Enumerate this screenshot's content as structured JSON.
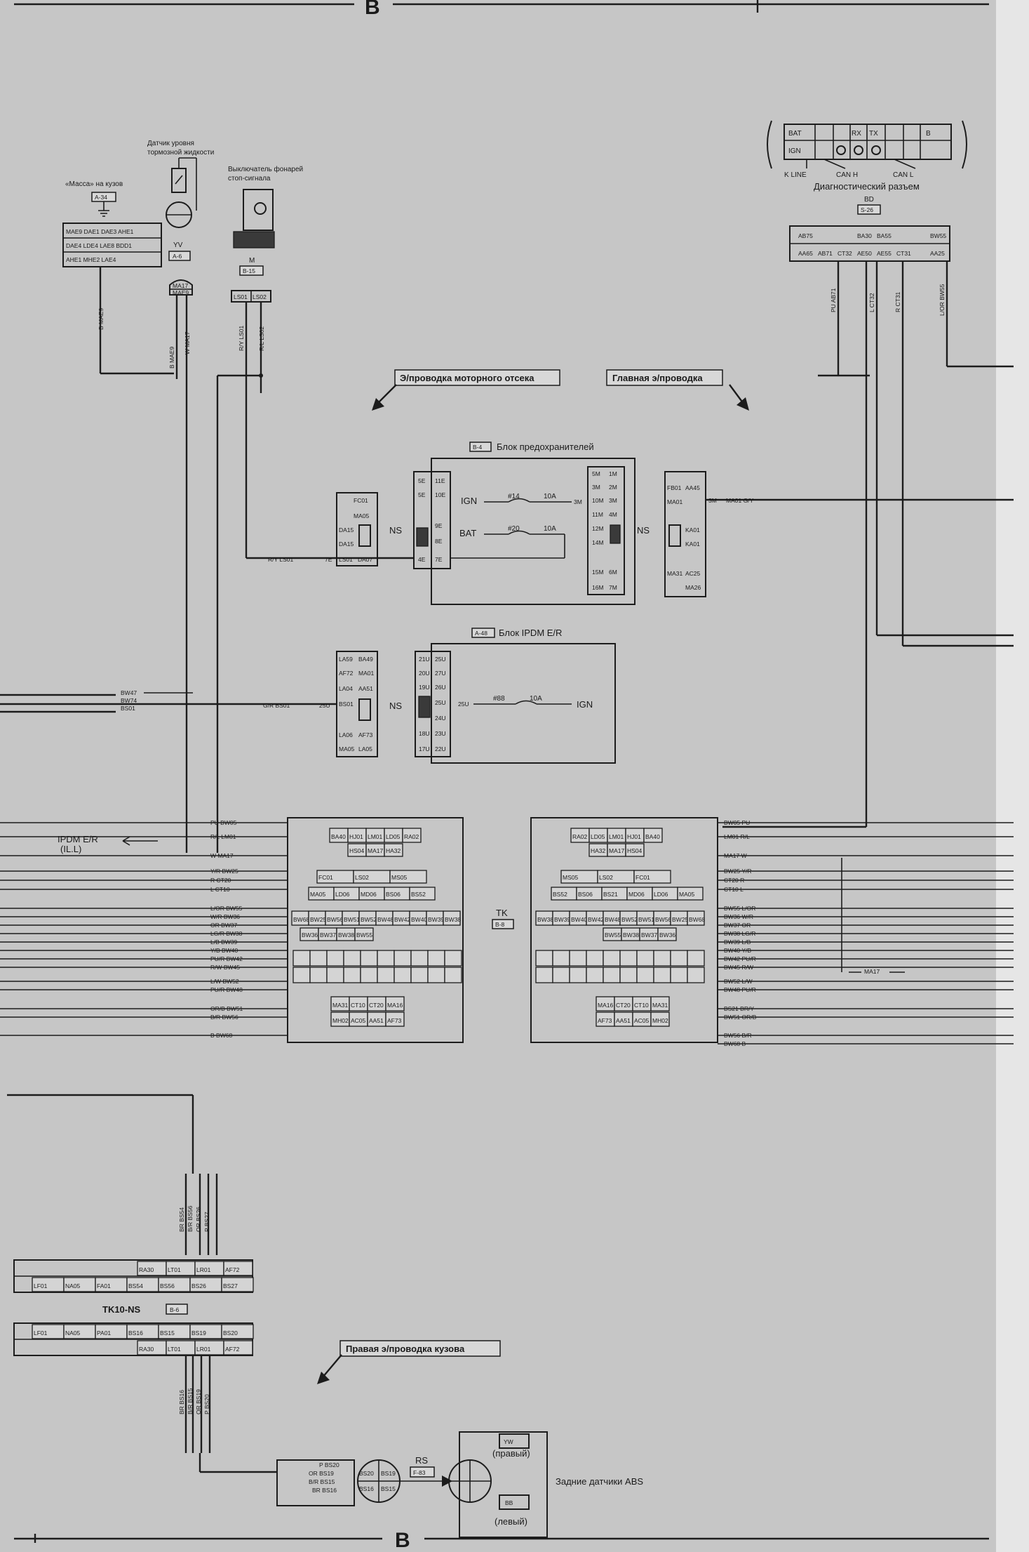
{
  "sheet": {
    "frame_label": "B"
  },
  "left_top": {
    "ground_caption": "«Масса» на кузов",
    "ground_ref": "A-34",
    "ground_pins": [
      "MAE9 DAE1 DAE3 AHE1",
      "DAE4 LDE4 LAE8 BDD1",
      "AHE1 MHE2 LAE4"
    ],
    "ground_wire": "B MAE9",
    "brake_fluid_caption_1": "Датчик уровня",
    "brake_fluid_caption_2": "тормозной жидкости",
    "brake_fluid_code": "YV",
    "brake_fluid_ref": "A-6",
    "brake_fluid_pins": [
      "MA17",
      "MAE9"
    ],
    "brake_fluid_wires": [
      "B MAE9",
      "W MA17"
    ],
    "stop_switch_caption_1": "Выключатель фонарей",
    "stop_switch_caption_2": "стоп-сигнала",
    "stop_switch_code": "M",
    "stop_switch_ref": "B-15",
    "stop_switch_pins": [
      "LS01",
      "LS02"
    ],
    "stop_switch_wires": [
      "R/Y LS01",
      "R/L LS02"
    ]
  },
  "right_top": {
    "diag_pins_top": [
      "BAT",
      "RX",
      "TX",
      "B"
    ],
    "diag_pins_bottom": [
      "IGN"
    ],
    "diag_labels": [
      "K LINE",
      "CAN H",
      "CAN L"
    ],
    "diag_caption": "Диагностический разъем",
    "bd_code": "BD",
    "bd_ref": "S-26",
    "bd_pins_top": [
      "AB75",
      "BA30",
      "BA55",
      "BW55"
    ],
    "bd_pins_bottom": [
      "AA65",
      "AB71",
      "CT32",
      "AE50",
      "AE55",
      "CT31",
      "AA25"
    ],
    "bd_wires": [
      "PU AB71",
      "L CT32",
      "R CT31",
      "L/OR BW55"
    ]
  },
  "arrows": {
    "engine_harness": "Э/проводка моторного отсека",
    "main_harness": "Главная э/проводка",
    "rear_harness": "Правая э/проводка кузова"
  },
  "fuse_block": {
    "ref": "B-4",
    "title": "Блок предохранителей",
    "ns_label": "NS",
    "left_pins": [
      "FC01",
      "MA05",
      "DA15",
      "DA15",
      "LS01",
      "DA07"
    ],
    "mid_left_pins": [
      "5E",
      "11E",
      "5E",
      "10E",
      "9E",
      "8E",
      "4E",
      "7E"
    ],
    "mid_right_pins": [
      "5M",
      "1M",
      "3M",
      "2M",
      "10M",
      "3M",
      "11M",
      "4M",
      "12M",
      "14M",
      "15M",
      "6M",
      "16M",
      "7M"
    ],
    "right_pins": [
      "FB01",
      "AA45",
      "MA01",
      "KA01",
      "KA01",
      "MA31",
      "AC25",
      "MA26"
    ],
    "ign_label": "IGN",
    "bat_label": "BAT",
    "fuse14": "#14",
    "fuse14_amp": "10A",
    "fuse20": "#20",
    "fuse20_amp": "10A",
    "wire_in": "R/Y LS01",
    "wire_in_pin": "7E",
    "wire_out_pin": "3M",
    "wire_out": "MA01 G/Y"
  },
  "ipdm_block": {
    "ref": "A-48",
    "title": "Блок IPDM E/R",
    "ns_label": "NS",
    "left_pins": [
      "LA59",
      "BA49",
      "AF72",
      "MA01",
      "LA04",
      "AA51",
      "BS01",
      "LA06",
      "AF73",
      "MA05",
      "LA05"
    ],
    "mid_pins": [
      "21U",
      "25U",
      "20U",
      "27U",
      "19U",
      "26U",
      "25U",
      "24U",
      "18U",
      "23U",
      "17U",
      "22U"
    ],
    "fuse": "#88",
    "fuse_amp": "10A",
    "ign_label": "IGN",
    "wire_in": "G/R BS01",
    "wire_in_pin": "25U",
    "side_wires": [
      "BW47",
      "BW74",
      "BS01"
    ]
  },
  "tk_connector": {
    "label": "TK",
    "ref": "B-8",
    "left_wires": [
      {
        "code": "PU BW05"
      },
      {
        "code": "R/L LM01"
      },
      {
        "code": "W MA17"
      },
      {
        "code": "Y/R BW25"
      },
      {
        "code": "R CT20"
      },
      {
        "code": "L CT10"
      },
      {
        "code": "L/OR BW55"
      },
      {
        "code": "W/R BW36"
      },
      {
        "code": "OR BW37"
      },
      {
        "code": "LG/R BW38"
      },
      {
        "code": "L/B BW39"
      },
      {
        "code": "Y/B BW40"
      },
      {
        "code": "PU/R BW42"
      },
      {
        "code": "R/W BW45"
      },
      {
        "code": "L/W BW52"
      },
      {
        "code": "PU/R BW48"
      },
      {
        "code": "OR/B BW51"
      },
      {
        "code": "B/R BW56"
      },
      {
        "code": "B BW68"
      }
    ],
    "right_wires": [
      {
        "code": "BW05 PU"
      },
      {
        "code": "LM01 R/L"
      },
      {
        "code": "MA17 W"
      },
      {
        "code": "BW25 Y/R"
      },
      {
        "code": "CT20 R"
      },
      {
        "code": "CT10 L"
      },
      {
        "code": "BW55 L/OR"
      },
      {
        "code": "BW36 W/R"
      },
      {
        "code": "BW37 OR"
      },
      {
        "code": "BW38 LG/R"
      },
      {
        "code": "BW39 L/B"
      },
      {
        "code": "BW40 Y/B"
      },
      {
        "code": "BW42 PU/R"
      },
      {
        "code": "BW45 R/W"
      },
      {
        "code": "BW52 L/W"
      },
      {
        "code": "BW48 PU/R"
      },
      {
        "code": "BS21 BR/Y"
      },
      {
        "code": "BW51 OR/B"
      },
      {
        "code": "BW56 B/R"
      },
      {
        "code": "BW68 B"
      }
    ],
    "ipdm_note_1": "IPDM E/R",
    "ipdm_note_2": "(IL.L)",
    "ma17_label": "MA17",
    "left_pins_row1": [
      "BA40",
      "HJ01",
      "LM01",
      "LD05",
      "RA02"
    ],
    "left_pins_row2": [
      "HS04",
      "MA17",
      "HA32"
    ],
    "left_pins_row3": [
      "FC01",
      "LS02",
      "MS05"
    ],
    "left_pins_row4": [
      "MA05",
      "LD06",
      "MD06",
      "BS06",
      "BS52"
    ],
    "left_pins_row5": [
      "BW68",
      "BW25",
      "BW56",
      "BW51",
      "BW52",
      "BW48",
      "BW42",
      "BW40",
      "BW39",
      "BW38"
    ],
    "left_pins_row6": [
      "BW36",
      "BW37",
      "BW38",
      "BW55"
    ],
    "left_pins_row7": [
      "MA31",
      "CT10",
      "CT20",
      "MA16"
    ],
    "left_pins_row8": [
      "MH02",
      "AC05",
      "AA51",
      "AF73"
    ],
    "right_pins_row1": [
      "RA02",
      "LD05",
      "LM01",
      "HJ01",
      "BA40"
    ],
    "right_pins_row2": [
      "HA32",
      "MA17",
      "HS04"
    ],
    "right_pins_row3": [
      "MS05",
      "LS02",
      "FC01"
    ],
    "right_pins_row4": [
      "BS52",
      "BS06",
      "BS21",
      "MD06",
      "LD06",
      "MA05"
    ],
    "right_pins_row5": [
      "BW38",
      "BW39",
      "BW40",
      "BW42",
      "BW48",
      "BW52",
      "BW51",
      "BW56",
      "BW25",
      "BW68"
    ],
    "right_pins_row6": [
      "BW55",
      "BW38",
      "BW37",
      "BW36"
    ],
    "right_pins_row7": [
      "MA16",
      "CT20",
      "CT10",
      "MA31"
    ],
    "right_pins_row8": [
      "AF73",
      "AA51",
      "AC05",
      "MH02"
    ]
  },
  "bottom": {
    "upper_bus_wires": [
      "BR BS54",
      "B/R BS56",
      "OR BS26",
      "P BS27"
    ],
    "upper_row_top": [
      "RA30",
      "LT01",
      "LR01",
      "AF72"
    ],
    "upper_row_bottom": [
      "LF01",
      "NA05",
      "FA01",
      "BS54",
      "BS56",
      "BS26",
      "BS27"
    ],
    "tk10_label": "TK10-NS",
    "tk10_ref": "B-6",
    "lower_row_top": [
      "LF01",
      "NA05",
      "PA01",
      "BS16",
      "BS15",
      "BS19",
      "BS20"
    ],
    "lower_row_bottom": [
      "RA30",
      "LT01",
      "LR01",
      "AF72"
    ],
    "lower_bus_wires": [
      "BR BS16",
      "B/R BS15",
      "OR BS19",
      "P BS20"
    ],
    "abs_wires": [
      "P BS20",
      "OR BS19",
      "B/R BS15",
      "BR BS16"
    ],
    "rs_label": "RS",
    "rs_ref": "F-83",
    "round_pins": [
      "BS20",
      "BS19",
      "BS16",
      "BS15"
    ],
    "sensor_right": "(правый)",
    "sensor_left": "(левый)",
    "sensor_right_code": "YW",
    "sensor_left_code": "BB",
    "abs_caption": "Задние датчики ABS"
  }
}
